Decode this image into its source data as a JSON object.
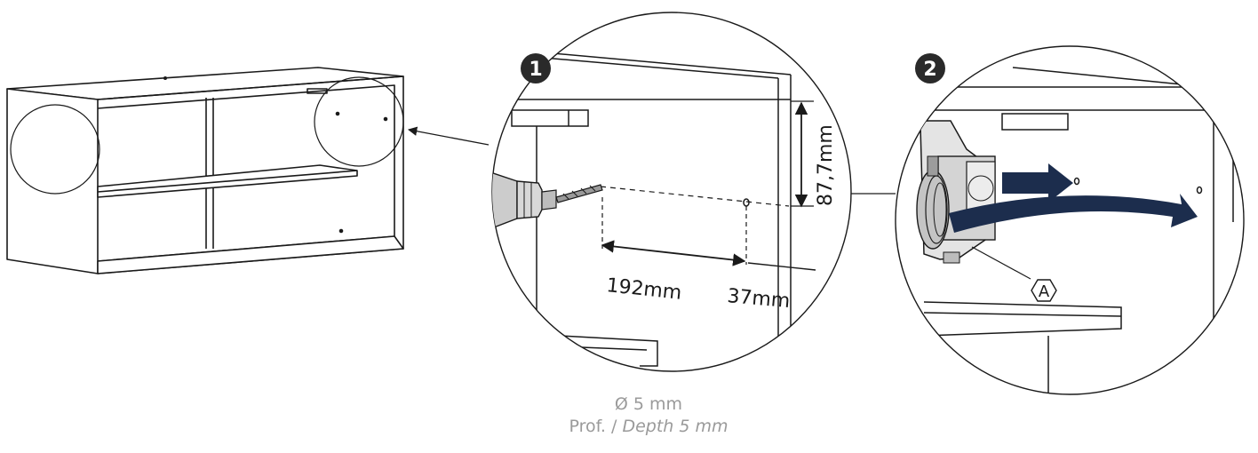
{
  "steps": {
    "step1": "1",
    "step2": "2"
  },
  "dimensions": {
    "hole_spacing": "192mm",
    "edge_offset": "37mm",
    "height_offset": "87,7mm"
  },
  "part_label": "A",
  "caption": {
    "diameter": "Ø 5 mm",
    "depth_prefix": "Prof. / ",
    "depth_italic": "Depth 5 mm"
  },
  "colors": {
    "line": "#1a1a1a",
    "arrow": "#1c2d4d",
    "caption": "#9a9a9a",
    "badge": "#2a2a2a"
  }
}
